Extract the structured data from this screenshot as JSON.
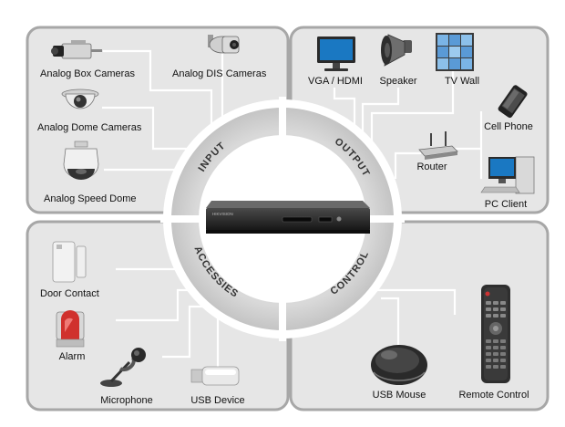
{
  "ring": {
    "input": "INPUT",
    "output": "OUTPUT",
    "accessories": "ACCESSIES",
    "control": "CONTROL"
  },
  "dvr": {
    "brand": "HIKVISION"
  },
  "input": {
    "box_cameras": "Analog Box Cameras",
    "dis_cameras": "Analog DIS Cameras",
    "dome_cameras": "Analog Dome Cameras",
    "speed_dome": "Analog Speed Dome"
  },
  "output": {
    "vga_hdmi": "VGA / HDMI",
    "speaker": "Speaker",
    "tv_wall": "TV Wall",
    "cell_phone": "Cell Phone",
    "router": "Router",
    "pc_client": "PC Client"
  },
  "accessories": {
    "door_contact": "Door Contact",
    "alarm": "Alarm",
    "microphone": "Microphone",
    "usb_device": "USB Device"
  },
  "control": {
    "usb_mouse": "USB Mouse",
    "remote_control": "Remote Control"
  },
  "colors": {
    "panel_fill": "#e6e6e6",
    "panel_border": "#a7a7a7",
    "ring": "#d2d2d2",
    "line": "#ffffff"
  }
}
